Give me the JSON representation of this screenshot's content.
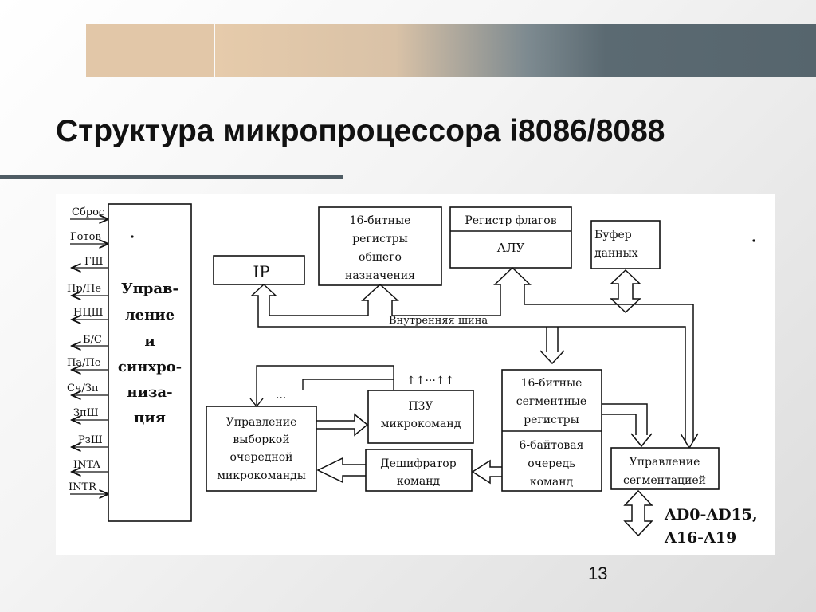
{
  "slide": {
    "title": "Структура микропроцессора i8086/8088",
    "number": "13",
    "colors": {
      "band_tan": "#e2c7a8",
      "band_slate": "#56656d",
      "title_rule": "#4f5c64",
      "text": "#111111"
    }
  },
  "diagram": {
    "signals": [
      "Сброс",
      "Готов",
      "ГШ",
      "Пр/Пе",
      "НЦШ",
      "Б/С",
      "Па/Пе",
      "Сч/Зп",
      "ЗпШ",
      "РзШ",
      "INTA",
      "INTR"
    ],
    "control_unit": [
      "Управ-",
      "ление",
      "и",
      "синхро-",
      "низа-",
      "ция"
    ],
    "ip": "IP",
    "gp_registers": [
      "16-битные",
      "регистры",
      "общего",
      "назначения"
    ],
    "flags_register": "Регистр флагов",
    "alu": "АЛУ",
    "data_buffer": [
      "Буфер",
      "данных"
    ],
    "internal_bus": "Внутренняя шина",
    "segment_registers": [
      "16-битные",
      "сегментные",
      "регистры"
    ],
    "queue": [
      "6-байтовая",
      "очередь",
      "команд"
    ],
    "microcode_rom": [
      "ПЗУ",
      "микрокоманд"
    ],
    "microcmd_select": [
      "Управление",
      "выборкой",
      "очередной",
      "микрокоманды"
    ],
    "decoder": [
      "Дешифратор",
      "команд"
    ],
    "segmentation": [
      "Управление",
      "сегментацией"
    ],
    "address_bus": [
      "AD0-AD15,",
      "A16-A19"
    ],
    "dots": "...",
    "dots_arrows": "↑↑···↑↑"
  }
}
